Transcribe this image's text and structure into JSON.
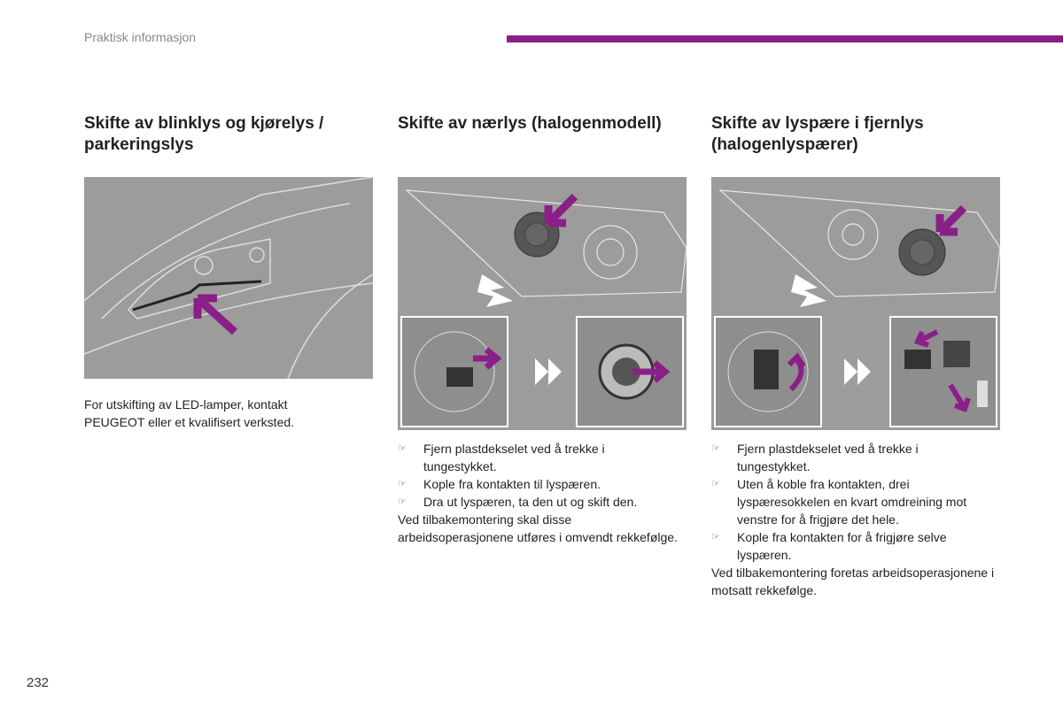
{
  "header": {
    "section": "Praktisk informasjon"
  },
  "page_number": "232",
  "accent_color": "#8a1f87",
  "columns": [
    {
      "title": "Skifte av blinklys og kjørelys / parkeringslys",
      "paragraphs": [
        "For utskifting av LED-lamper, kontakt PEUGEOT eller et kvalifisert verksted."
      ]
    },
    {
      "title": "Skifte av nærlys (halogenmodell)",
      "steps": [
        "Fjern plastdekselet ved å trekke i tungestykket.",
        "Kople fra kontakten til lyspæren.",
        "Dra ut lyspæren, ta den ut og skift den."
      ],
      "note": "Ved tilbakemontering skal disse arbeidsoperasjonene utføres i omvendt rekkefølge."
    },
    {
      "title": "Skifte av lyspære i fjernlys (halogenlyspærer)",
      "steps": [
        "Fjern plastdekselet ved å trekke i tungestykket.",
        "Uten å koble fra kontakten, drei lyspæresokkelen en kvart omdreining mot venstre for å frigjøre det hele.",
        "Kople fra kontakten for å frigjøre selve lyspæren."
      ],
      "note": "Ved tilbakemontering foretas arbeidsoperasjonene i motsatt rekkefølge."
    }
  ],
  "bullet_icon": "pointing-hand-icon"
}
